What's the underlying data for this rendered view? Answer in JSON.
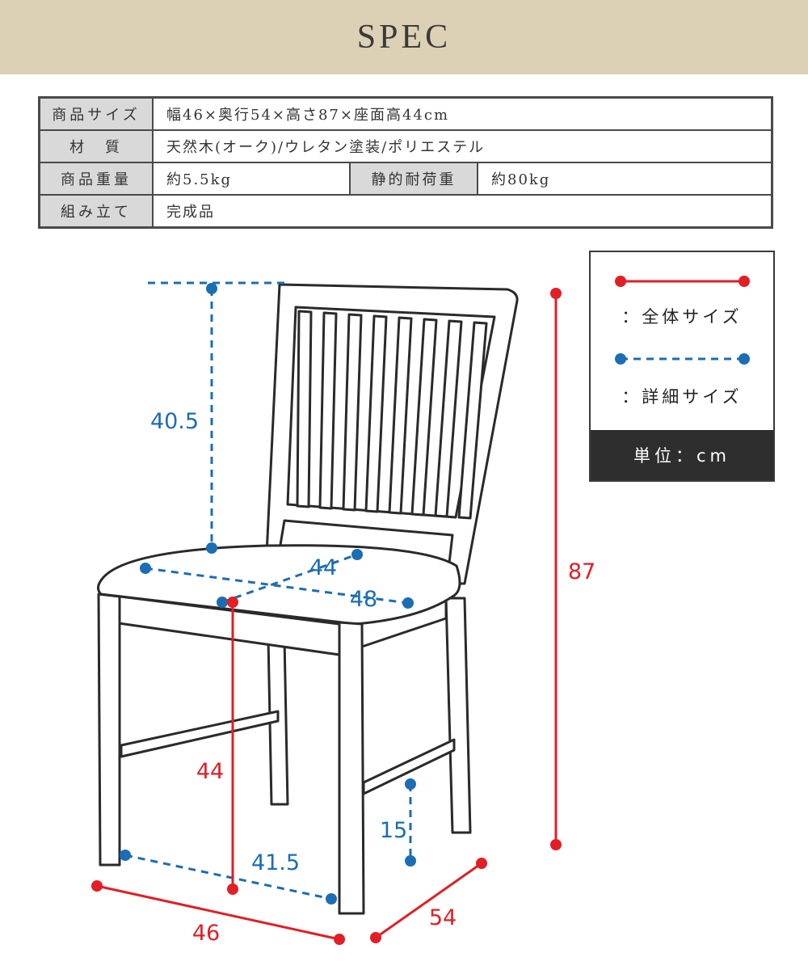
{
  "header": {
    "title": "SPEC"
  },
  "spec_table": {
    "rows": [
      {
        "label": "商品サイズ",
        "value": "幅46×奥行54×高さ87×座面高44cm"
      },
      {
        "label": "材　質",
        "value": "天然木(オーク)/ウレタン塗装/ポリエステル"
      },
      {
        "label": "商品重量",
        "value": "約5.5kg",
        "label2": "静的耐荷重",
        "value2": "約80kg"
      },
      {
        "label": "組み立て",
        "value": "完成品"
      }
    ]
  },
  "legend": {
    "overall": "：全体サイズ",
    "detail": "：詳細サイズ",
    "unit": "単位：cm"
  },
  "colors": {
    "overall": "#e31e25",
    "detail": "#1b6db5"
  },
  "dimensions": {
    "back_height": "40.5",
    "seat_depth": "44",
    "seat_width": "48",
    "seat_height": "44",
    "leg_inner_width": "41.5",
    "stretcher_height": "15",
    "width": "46",
    "depth": "54",
    "height": "87"
  }
}
